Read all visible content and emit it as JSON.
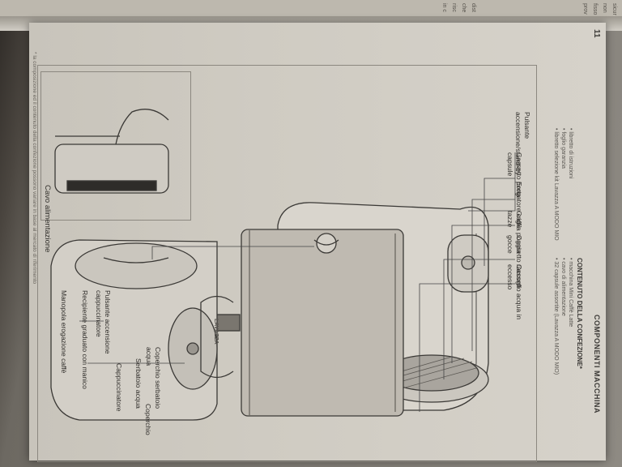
{
  "page": {
    "section_title": "COMPONENTI MACCHINA",
    "page_number": "11",
    "contents": {
      "title": "CONTENUTO DELLA CONFEZIONE*",
      "items_left": [
        "• macchina Mini Caffè Latte",
        "• cavo di alimentazione",
        "• 32 capsule assortite (Lavazza A MODO MIO)"
      ],
      "items_right": [
        "• libretto di istruzioni",
        "• foglio garanzia",
        "• libretto selezione kit Lavazza A MODO MIO"
      ]
    },
    "callouts_left": [
      "Pulsante accensione/stand-by",
      "Cassetto porta capsule",
      "Erogatore caffè",
      "Griglia poggia tazze",
      "Cassetto raccogli gocce",
      "Cassetto acqua in eccesso"
    ],
    "callouts_right": [
      "Coperchio serbatoio acqua",
      "Serbatoio acqua",
      "Coperchio",
      "Cappuccinatore",
      "Pulsante accensione cappuccinatore",
      "Recipiente graduato con manico",
      "Manopola erogazione caffè"
    ],
    "cable_label": "Cavo alimentazione",
    "brand_mark": "LAVAZZA",
    "footnote": "* la composizione ed il contenuto della confezione possono variare in base al mercato di riferimento"
  },
  "previous_page": {
    "lines": [
      "sicur",
      "non",
      "fisso",
      "prov",
      "dist",
      "che",
      "risc",
      "in c"
    ]
  }
}
